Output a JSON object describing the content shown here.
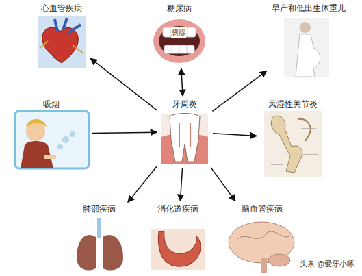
{
  "diagram": {
    "nodes": [
      {
        "text": [
          "心血管疾病"
        ]
      },
      {
        "text": [
          "糖尿病"
        ]
      },
      {
        "text": [
          "早产和低出生体重儿"
        ]
      },
      {
        "text": [
          "吸烟"
        ]
      },
      {
        "text": [
          "牙周炎"
        ]
      },
      {
        "text": [
          "风湿性关节炎"
        ]
      },
      {
        "text": [
          "肺部疾病"
        ]
      },
      {
        "text": [
          "消化道疾病"
        ]
      },
      {
        "text": [
          "脑血管疾病"
        ]
      }
    ],
    "edges": [
      {
        "from": 4,
        "to": 0,
        "arrow": "to"
      },
      {
        "from": 4,
        "to": 1,
        "arrow": "both"
      },
      {
        "from": 4,
        "to": 2,
        "arrow": "to"
      },
      {
        "from": 3,
        "to": 4,
        "arrow": "to"
      },
      {
        "from": 4,
        "to": 5,
        "arrow": "to"
      },
      {
        "from": 4,
        "to": 6,
        "arrow": "to"
      },
      {
        "from": 4,
        "to": 7,
        "arrow": "to"
      },
      {
        "from": 4,
        "to": 8,
        "arrow": "to"
      }
    ],
    "labels": [
      "胰腺",
      "头条 @爱牙小啄"
    ]
  }
}
